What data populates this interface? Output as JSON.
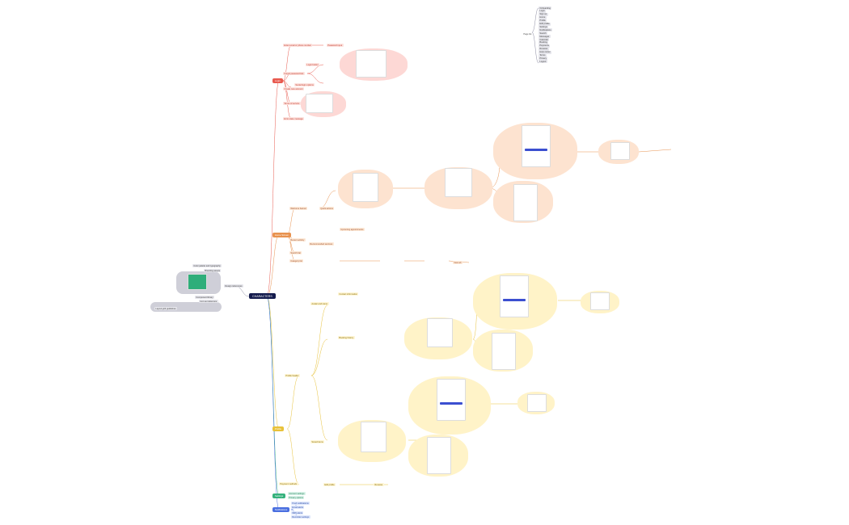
{
  "root": {
    "label": "CHARACTERS"
  },
  "branches": {
    "red": {
      "label": "Login",
      "color": "#e85a4f"
    },
    "orange": {
      "label": "Home Screen",
      "color": "#e8924f"
    },
    "yellow": {
      "label": "Profile",
      "color": "#e8c23a"
    },
    "green": {
      "label": "Settings",
      "color": "#35b27d"
    },
    "blue": {
      "label": "Notifications",
      "color": "#4a6fe0"
    }
  },
  "left_group": {
    "label": "Design references",
    "items": [
      "Color palette and typography",
      "Branding assets",
      "Component library",
      "Icon set reference",
      "Layout grid guidelines"
    ]
  },
  "legend": {
    "label": "Page list",
    "items": [
      "Onboarding",
      "Login",
      "Sign up",
      "Home",
      "Profile",
      "Edit profile",
      "Settings",
      "Notifications",
      "Search",
      "Messages",
      "Calendar",
      "Booking",
      "Payments",
      "Reviews",
      "Help center",
      "Terms",
      "Privacy",
      "Logout"
    ]
  },
  "red_nodes": [
    "Enter email or phone number",
    "Password input",
    "Forgot password link",
    "Login button",
    "Social login options",
    "Create new account",
    "Terms of service",
    "Error state message"
  ],
  "orange_nodes": [
    "Welcome banner",
    "Quick actions",
    "Recent activity",
    "Upcoming appointments",
    "Recommended services",
    "Search bar",
    "Category list",
    "View all"
  ],
  "yellow_nodes": [
    "Profile header",
    "Avatar and name",
    "Contact information",
    "Booking history",
    "Saved items",
    "Payment methods",
    "Edit profile",
    "Reviews"
  ],
  "green_nodes": [
    "Account settings",
    "Privacy options"
  ],
  "blue_nodes": [
    "Push notifications",
    "Email alerts",
    "SMS alerts",
    "Reminder settings"
  ]
}
